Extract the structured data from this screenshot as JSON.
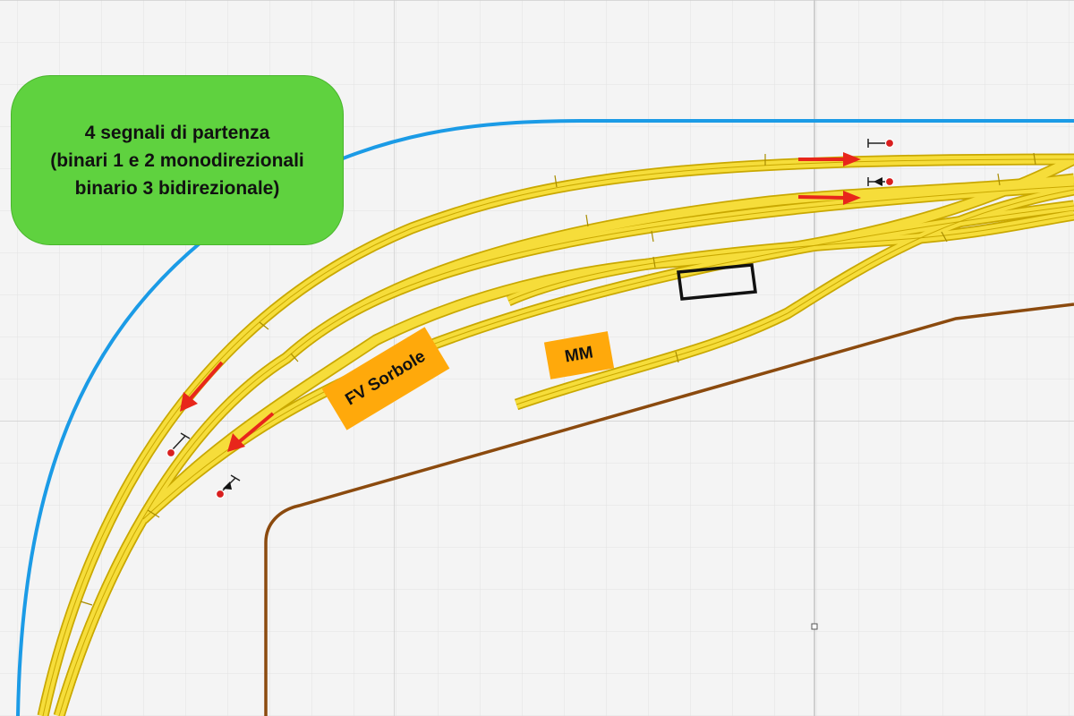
{
  "callout": {
    "lines": [
      "4 segnali di partenza",
      "(binari 1 e 2 monodirezionali",
      "binario 3 bidirezionale)"
    ],
    "color": "#5fd23f"
  },
  "labels": {
    "station": "FV Sorbole",
    "building": "MM"
  },
  "colors": {
    "background": "#f4f4f4",
    "grid_minor": "#e2e2e2",
    "grid_major": "#cdcdcd",
    "track_fill": "#f6dd3a",
    "track_edge": "#c9a800",
    "boundary_blue": "#1b9be6",
    "boundary_brown": "#8b4a0e",
    "arrow_red": "#e8261b",
    "label_orange": "#ffa90b"
  },
  "icons": {
    "signal": "signal-mast-icon",
    "direction": "direction-arrow-icon"
  }
}
